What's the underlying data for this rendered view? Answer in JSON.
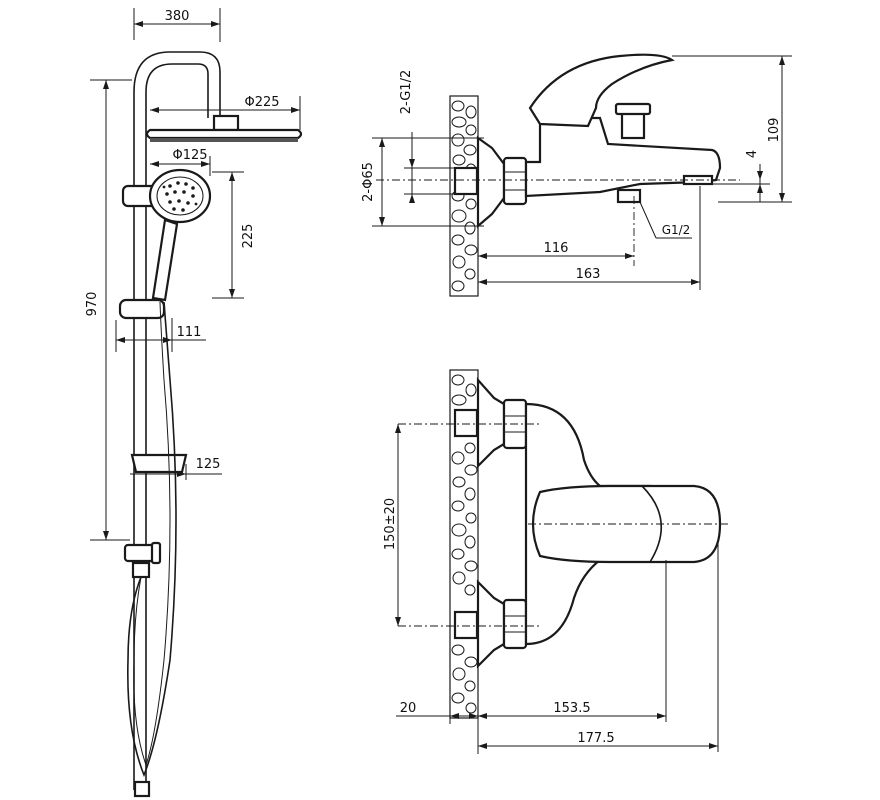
{
  "colors": {
    "line": "#1a1a1a",
    "background": "#ffffff"
  },
  "shower_column": {
    "dim_width": "380",
    "dim_head_diameter": "Φ225",
    "dim_handshower_diameter": "Φ125",
    "dim_handshower_height": "225",
    "dim_total_height": "970",
    "dim_holder_offset": "111",
    "dim_soap_dish": "125"
  },
  "mixer_side": {
    "dim_inlet_thread": "2-G1/2",
    "dim_cover_diameter": "2-Φ65",
    "dim_height": "109",
    "dim_outlet_offset": "4",
    "dim_outlet_thread": "G1/2",
    "dim_outlet_distance": "116",
    "dim_depth": "163"
  },
  "mixer_front": {
    "dim_centers": "150±20",
    "dim_wall": "20",
    "dim_depth_inner": "153.5",
    "dim_depth_total": "177.5"
  }
}
